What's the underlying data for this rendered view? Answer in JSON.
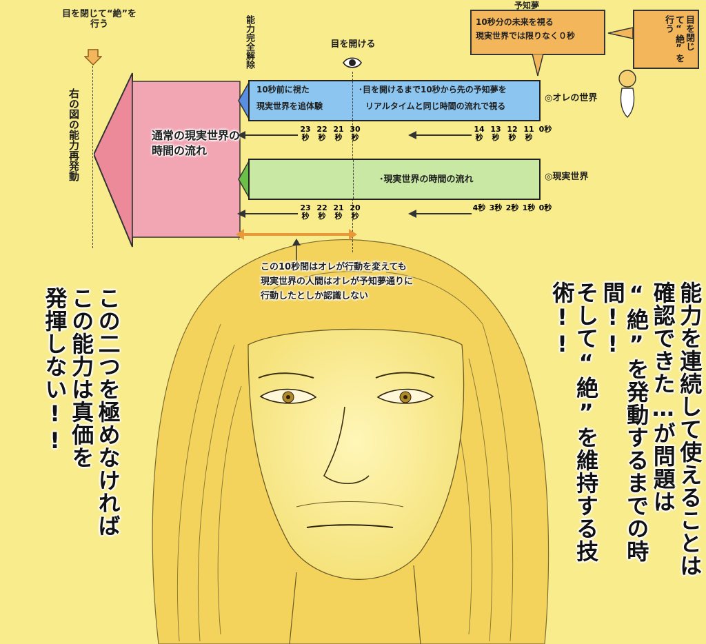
{
  "top_left_note": "目を閉じて“絶”を行う",
  "ability_release": "能力完全解除",
  "eye_open_label": "目を開ける",
  "prediction_box": {
    "title": "予知夢",
    "line1": "10秒分の未来を視る",
    "line2": "現実世界では限りなく０秒"
  },
  "right_box": "目を閉じて“絶”を行う",
  "left_vertical_label": "右の図の能力再発動",
  "pink_label": "通常の現実世界の時間の流れ",
  "blue_bar": {
    "left_line1": "10秒前に視た",
    "left_line2": "現実世界を追体験",
    "right_line1": "･目を開けるまで10秒から先の予知夢を",
    "right_line2": "リアルタイムと同じ時間の流れで視る",
    "world_label": "◎オレの世界"
  },
  "blue_ticks_left": [
    "23秒",
    "22秒",
    "21秒",
    "30秒"
  ],
  "blue_ticks_right": [
    "14秒",
    "13秒",
    "12秒",
    "11秒",
    "0秒"
  ],
  "green_bar": {
    "text": "･現実世界の時間の流れ",
    "world_label": "◎現実世界"
  },
  "green_ticks_left": [
    "23秒",
    "22秒",
    "21秒",
    "20秒"
  ],
  "green_ticks_right": [
    "4秒",
    "3秒",
    "2秒",
    "1秒",
    "0秒"
  ],
  "bracket_note": {
    "line1": "この10秒間はオレが行動を変えても",
    "line2": "現実世界の人間はオレが予知夢通りに",
    "line3": "行動したとしか認識しない"
  },
  "left_big_text": {
    "col1": "この二つを極めなければ",
    "col2": "この能力は真価を",
    "col3": "発揮しない!!"
  },
  "right_big_text": {
    "col1": "能力を連続して使えることは",
    "col2": "確認できた…が問題は",
    "col3": "“絶”を発動するまでの時間!!",
    "col4": "そして“絶”を維持する技術!!"
  },
  "colors": {
    "background": "#f8ec8c",
    "pink": "#ec8a9a",
    "pink_light": "#f2a6b4",
    "blue": "#8cc6f0",
    "green": "#c8e8a4",
    "orange_box": "#f4b65a",
    "arrow": "#e89a3a"
  }
}
